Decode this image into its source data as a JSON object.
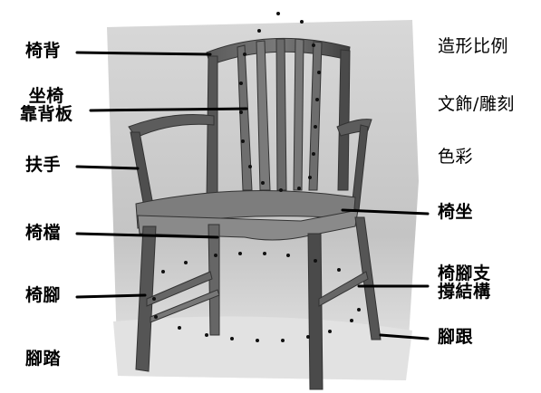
{
  "diagram": {
    "left_labels": [
      "椅背",
      "坐椅\n靠背板",
      "扶手",
      "椅檔",
      "椅腳",
      "腳踏"
    ],
    "right_labels": [
      "造形比例",
      "文飾/雕刻",
      "色彩",
      "椅坐",
      "椅腳支\n撐結構",
      "腳跟"
    ]
  },
  "colors": {
    "ink": "#000000",
    "wood": "#4a4a4a",
    "photo_bg": "#c9c9c9",
    "paper": "#ffffff"
  }
}
